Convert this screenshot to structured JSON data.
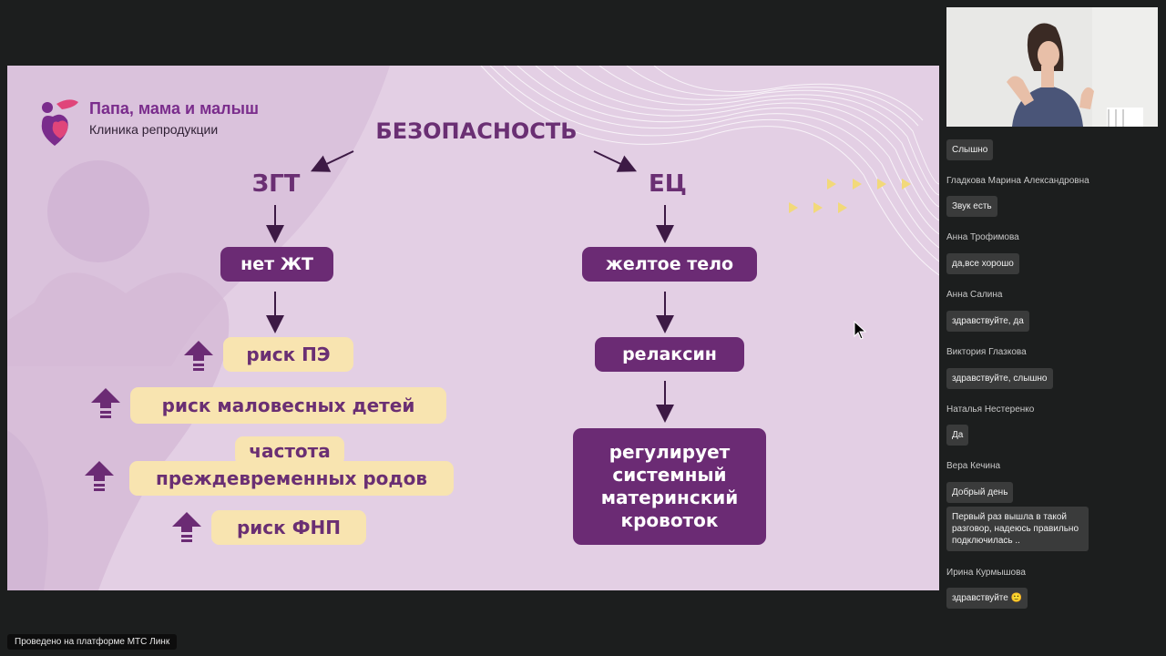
{
  "slide": {
    "brand": {
      "title": "Папа, мама и малыш",
      "subtitle": "Клиника репродукции"
    },
    "safety_heading": "БЕЗОПАСНОСТЬ",
    "left_heading": "ЗГТ",
    "right_heading": "ЕЦ",
    "left_box": "нет ЖТ",
    "left_risks": [
      "риск ПЭ",
      "риск маловесных детей",
      "частота",
      "преждевременных родов",
      "риск ФНП"
    ],
    "right_boxes": [
      "желтое тело",
      "релаксин"
    ],
    "right_final": [
      "регулирует",
      "системный",
      "материнский",
      "кровоток"
    ]
  },
  "chat": {
    "messages": [
      {
        "author": "",
        "text": "Слышно"
      },
      {
        "author": "Гладкова Марина Александровна",
        "text": "Звук есть"
      },
      {
        "author": "Анна Трофимова",
        "text": "да,все хорошо"
      },
      {
        "author": "Анна Салина",
        "text": "здравствуйте, да"
      },
      {
        "author": "Виктория Глазкова",
        "text": "здравствуйте,  слышно"
      },
      {
        "author": "Наталья Нестеренко",
        "text": "Да"
      },
      {
        "author": "Вера Кечина",
        "text": "Добрый день"
      },
      {
        "author": "",
        "text": "Первый раз вышла в такой разговор, надеюсь правильно подключилась .."
      },
      {
        "author": "Ирина Курмышова",
        "text": "здравствуйте 🙂"
      }
    ]
  },
  "footer": {
    "platform": "Проведено на платформе МТС Линк"
  },
  "colors": {
    "slide_bg": "#e3cfe4",
    "dark_pill": "#6b2b74",
    "light_pill": "#f8e4b0",
    "accent_yellow": "#f2d97a"
  }
}
